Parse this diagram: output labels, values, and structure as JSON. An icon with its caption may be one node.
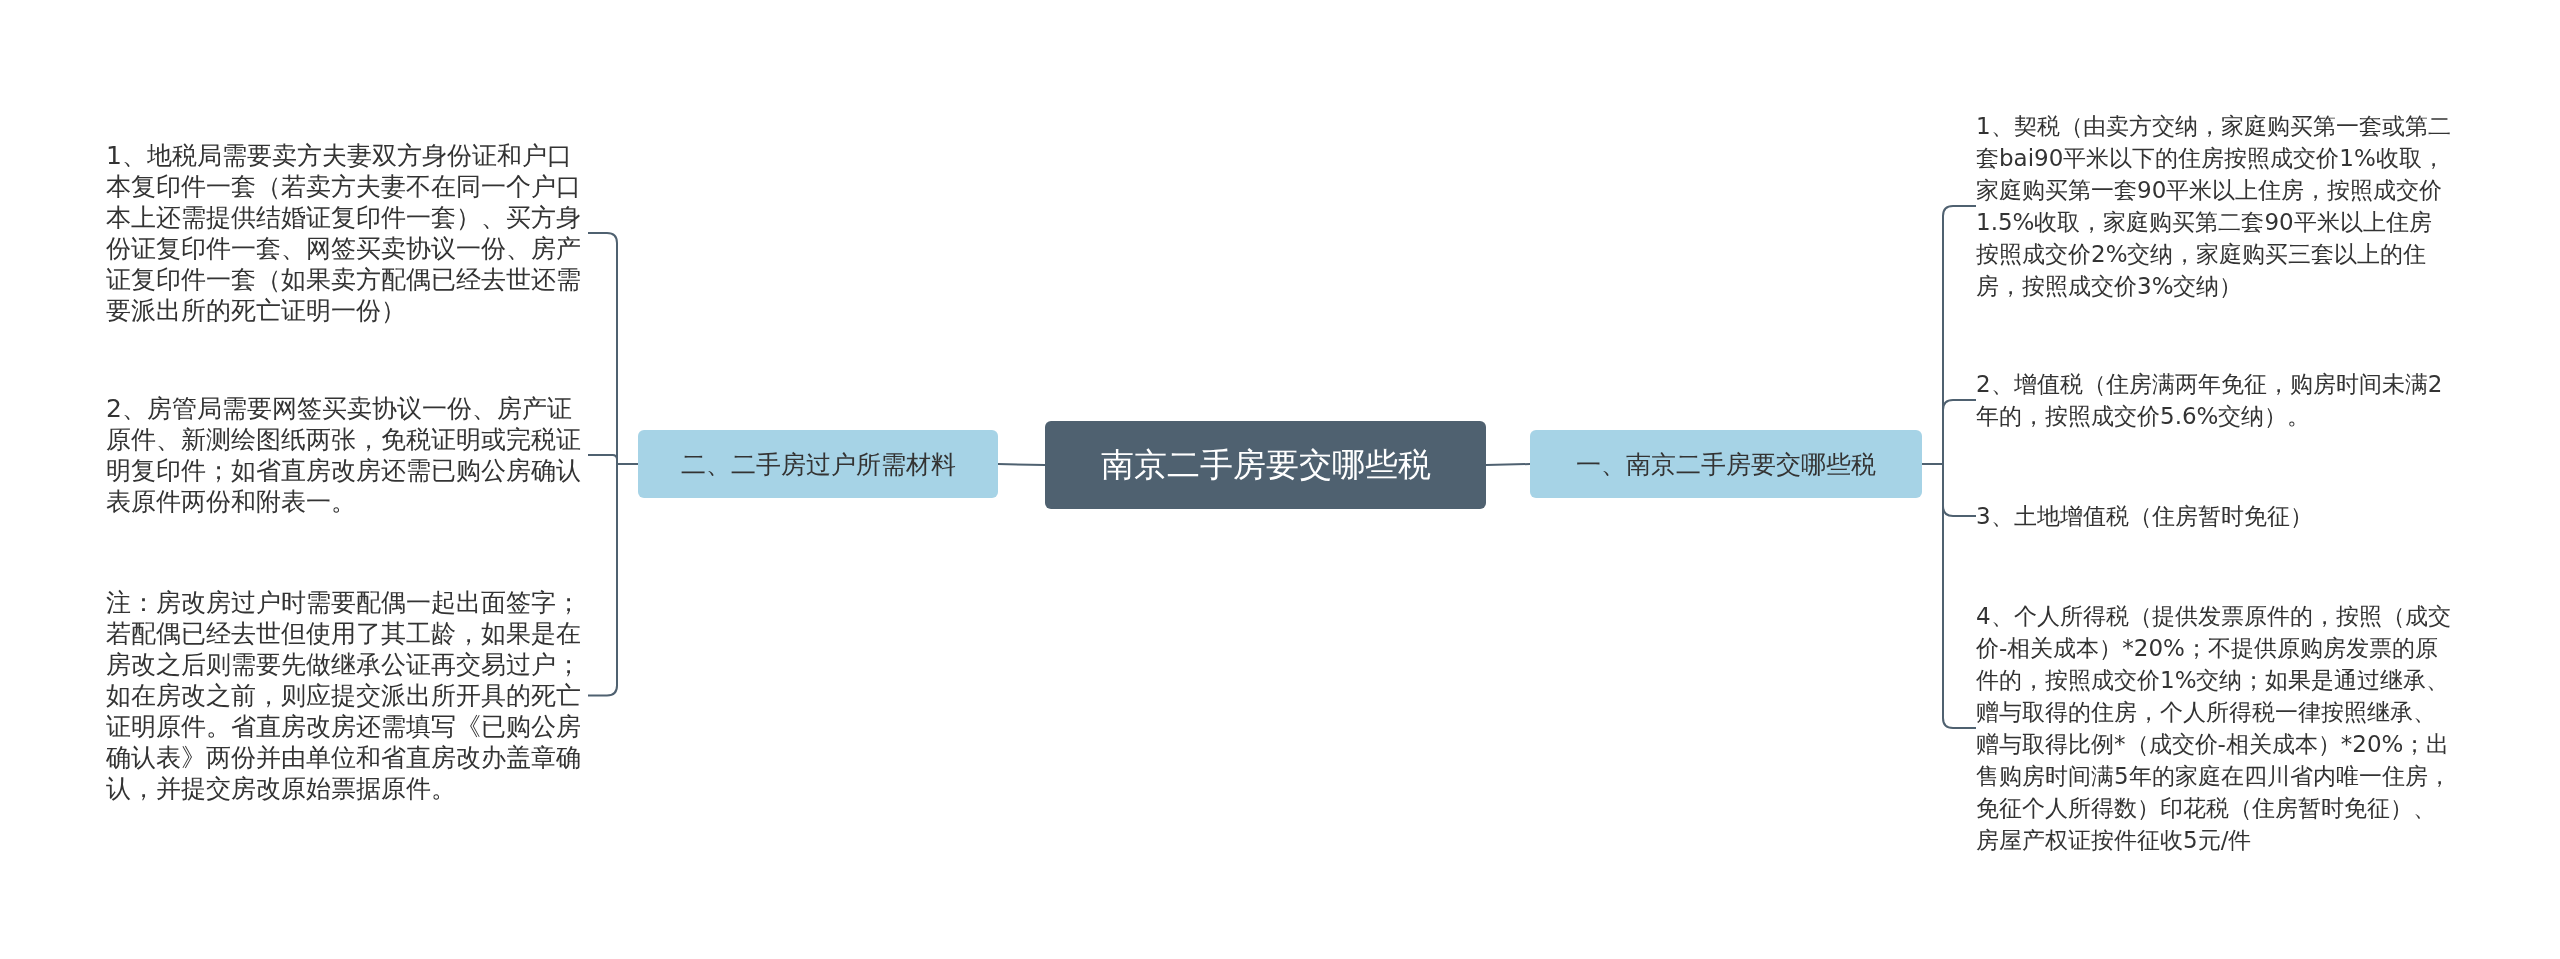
{
  "diagram": {
    "nodes": [
      {
        "text": [
          "南京二手房要交哪些税"
        ]
      },
      {
        "text": [
          "一、南京二手房要交哪些税"
        ]
      },
      {
        "text": [
          "1、契税（由卖方交纳，家庭购买第一套或第二套bai90平米以下的住房按照成交价1%收取，家庭购买第一套90平米以上住房，按照成交价1.5%收取，家庭购买第二套90平米以上住房按照成交价2%交纳，家庭购买三套以上的住房，按照成交价3%交纳）"
        ]
      },
      {
        "text": [
          "2、增值税（住房满两年免征，购房时间未满2年的，按照成交价5.6%交纳）。"
        ]
      },
      {
        "text": [
          "3、土地增值税（住房暂时免征）"
        ]
      },
      {
        "text": [
          "4、个人所得税（提供发票原件的，按照（成交价-相关成本）*20%；不提供原购房发票的原件的，按照成交价1%交纳；如果是通过继承、赠与取得的住房，个人所得税一律按照继承、赠与取得比例*（成交价-相关成本）*20%；出售购房时间满5年的家庭在四川省内唯一住房，免征个人所得数）印花税（住房暂时免征）、房屋产权证按件征收5元/件"
        ]
      },
      {
        "text": [
          "二、二手房过户所需材料"
        ]
      },
      {
        "text": [
          "1、地税局需要卖方夫妻双方身份证和户口本复印件一套（若卖方夫妻不在同一个户口本上还需提供结婚证复印件一套）、买方身份证复印件一套、网签买卖协议一份、房产证复印件一套（如果卖方配偶已经去世还需要派出所的死亡证明一份）"
        ]
      },
      {
        "text": [
          "2、房管局需要网签买卖协议一份、房产证原件、新测绘图纸两张，免税证明或完税证明复印件；如省直房改房还需已购公房确认表原件两份和附表一。"
        ]
      },
      {
        "text": [
          "注：房改房过户时需要配偶一起出面签字；若配偶已经去世但使用了其工龄，如果是在房改之后则需要先做继承公证再交易过户；如在房改之前，则应提交派出所开具的死亡证明原件。省直房改房还需填写《已购公房确认表》两份并由单位和省直房改办盖章确认，并提交房改原始票据原件。"
        ]
      }
    ],
    "edges": [
      {
        "from": 0,
        "to": 1,
        "arrow": "none"
      },
      {
        "from": 1,
        "to": 2,
        "arrow": "none"
      },
      {
        "from": 1,
        "to": 3,
        "arrow": "none"
      },
      {
        "from": 1,
        "to": 4,
        "arrow": "none"
      },
      {
        "from": 1,
        "to": 5,
        "arrow": "none"
      },
      {
        "from": 0,
        "to": 6,
        "arrow": "none"
      },
      {
        "from": 6,
        "to": 7,
        "arrow": "none"
      },
      {
        "from": 6,
        "to": 8,
        "arrow": "none"
      },
      {
        "from": 6,
        "to": 9,
        "arrow": "none"
      }
    ]
  }
}
